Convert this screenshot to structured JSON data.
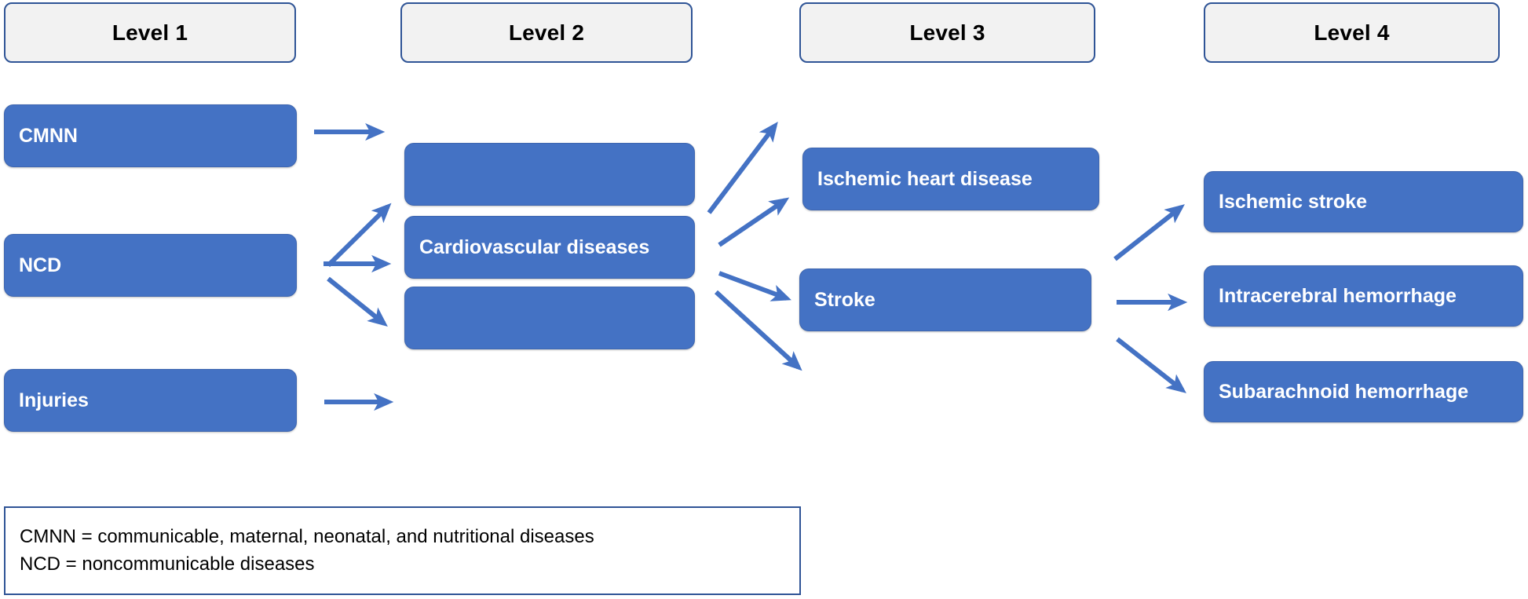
{
  "diagram": {
    "title": "GBD cause hierarchy levels",
    "accent_color": "#4472c4",
    "header_fill": "#f2f2f2",
    "header_border": "#2f5496",
    "arrow_color": "#4472c4",
    "background": "#ffffff"
  },
  "headers": [
    {
      "label": "Level 1"
    },
    {
      "label": "Level 2"
    },
    {
      "label": "Level 3"
    },
    {
      "label": "Level 4"
    }
  ],
  "level1": [
    {
      "label": "CMNN"
    },
    {
      "label": "NCD"
    },
    {
      "label": "Injuries"
    }
  ],
  "level2": [
    {
      "label": ""
    },
    {
      "label": "Cardiovascular diseases"
    },
    {
      "label": ""
    }
  ],
  "level3": [
    {
      "label": "Ischemic heart disease"
    },
    {
      "label": "Stroke"
    }
  ],
  "level4": [
    {
      "label": "Ischemic stroke"
    },
    {
      "label": "Intracerebral hemorrhage"
    },
    {
      "label": "Subarachnoid hemorrhage"
    }
  ],
  "footnote": {
    "line1": "CMNN = communicable, maternal, neonatal, and nutritional diseases",
    "line2": "NCD = noncommunicable diseases"
  }
}
